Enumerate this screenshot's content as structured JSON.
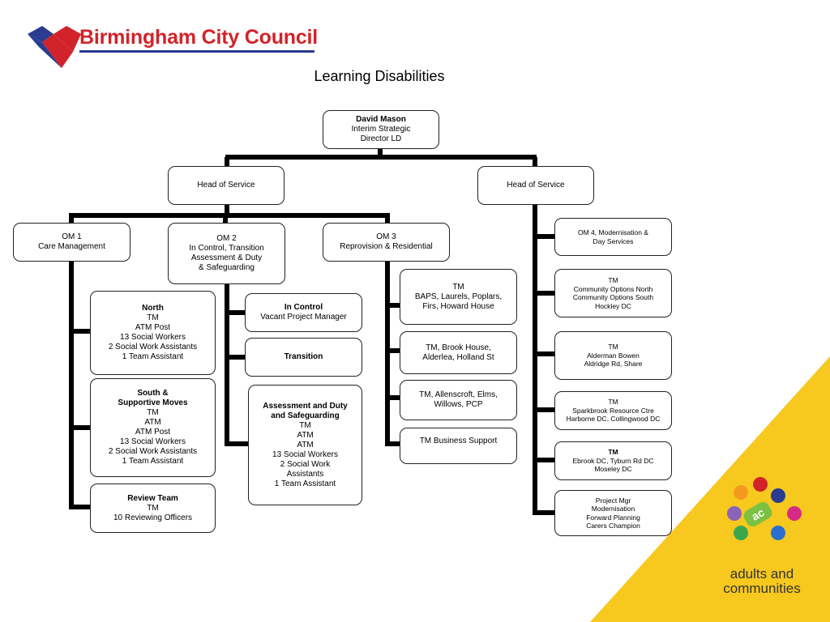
{
  "header": {
    "council_name": "Birmingham City Council",
    "title": "Learning Disabilities"
  },
  "footer": {
    "badge": "ac",
    "brand_line1": "adults and",
    "brand_line2": "communities"
  },
  "colors": {
    "council_red": "#d2232a",
    "council_blue": "#2a3c8f",
    "accent_yellow": "#f7c81e"
  },
  "boxes": {
    "director": [
      "David Mason",
      "Interim Strategic",
      "Director LD"
    ],
    "hos_left": [
      "Head of Service"
    ],
    "hos_right": [
      "Head of Service"
    ],
    "om1": [
      "OM 1",
      "Care Management"
    ],
    "om2": [
      "OM 2",
      "In Control, Transition",
      "Assessment & Duty",
      "& Safeguarding"
    ],
    "om3": [
      "OM 3",
      "Reprovision & Residential"
    ],
    "north": [
      "North",
      "TM",
      "ATM Post",
      "13 Social Workers",
      "2 Social Work Assistants",
      "1 Team Assistant"
    ],
    "south": [
      "South &",
      "Supportive Moves",
      "TM",
      "ATM",
      "ATM Post",
      "13 Social Workers",
      "2 Social Work Assistants",
      "1 Team Assistant"
    ],
    "review": [
      "Review Team",
      "TM",
      "10 Reviewing Officers"
    ],
    "incontrol": [
      "In Control",
      "Vacant Project Manager"
    ],
    "transition": [
      "Transition"
    ],
    "assess": [
      "Assessment and Duty",
      "and Safeguarding",
      "TM",
      "ATM",
      "ATM",
      "13 Social Workers",
      "2 Social Work",
      "Assistants",
      "1 Team Assistant"
    ],
    "om3_tm1": [
      "TM",
      "BAPS, Laurels, Poplars,",
      "Firs, Howard House"
    ],
    "om3_tm2": [
      "TM, Brook House,",
      "Alderlea, Holland St"
    ],
    "om3_tm3": [
      "TM, Allenscroft, Elms,",
      "Willows, PCP"
    ],
    "om3_tm4": [
      "TM Business Support"
    ],
    "om4": [
      "OM 4, Modernisation &",
      "Day Services"
    ],
    "r_tm1": [
      "TM",
      "Community Options North",
      "Community Options South",
      "Hockley DC"
    ],
    "r_tm2": [
      "TM",
      "Alderman Bowen",
      "Aldridge Rd, Share"
    ],
    "r_tm3": [
      "TM",
      "Sparkbrook Resource Ctre",
      "Harborne DC, Collingwood DC"
    ],
    "r_tm4": [
      "TM",
      "Ebrook DC, Tyburn Rd DC",
      "Moseley DC"
    ],
    "r_pm": [
      "Project Mgr",
      "Modernisation",
      "Forward Planning",
      "Carers Champion"
    ]
  }
}
